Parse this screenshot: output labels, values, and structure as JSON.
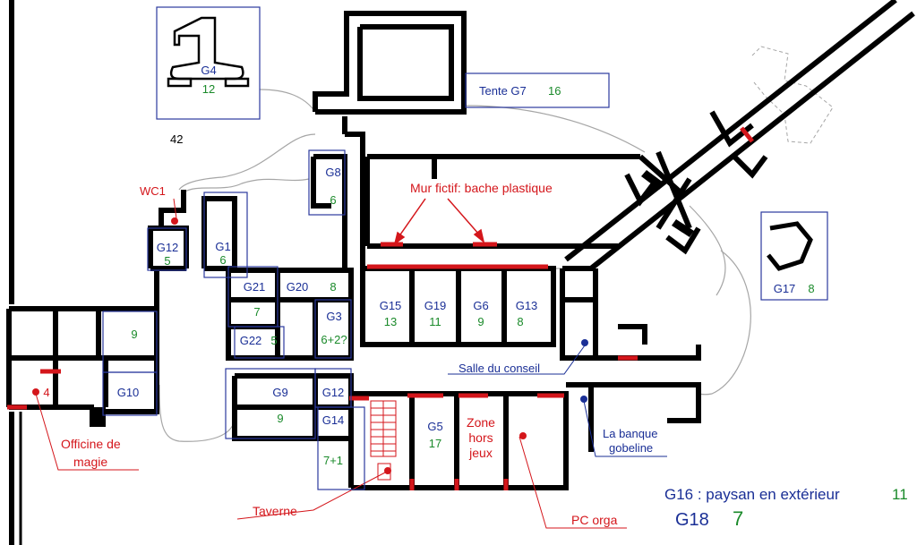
{
  "colors": {
    "wall": "#000000",
    "blue": "#1a2f96",
    "green": "#1a8a2a",
    "red": "#d4161b",
    "box": "#2b3a9e",
    "path": "#a6a6a6"
  },
  "labels": {
    "g4": "G4",
    "g4_n": "12",
    "g7": "Tente G7",
    "g7_n": "16",
    "n42": "42",
    "wc1": "WC1",
    "g8": "G8",
    "g8_n": "6",
    "mur": "Mur fictif: bache plastique",
    "g12a": "G12",
    "g12a_n": "5",
    "g1": "G1",
    "g1_n": "6",
    "g21": "G21",
    "g21_n": "7",
    "g20": "G20",
    "g20_n": "8",
    "g3": "G3",
    "g3_n": "6+2?",
    "g22": "G22",
    "g22_n": "5",
    "g15": "G15",
    "g15_n": "13",
    "g19": "G19",
    "g19_n": "11",
    "g6": "G6",
    "g6_n": "9",
    "g13": "G13",
    "g13_n": "8",
    "g17": "G17",
    "g17_n": "8",
    "n9": "9",
    "g10": "G10",
    "n4": "4",
    "salle": "Salle du conseil",
    "g9": "G9",
    "g9_n": "9",
    "g12b": "G12",
    "g14": "G14",
    "g14_n": "7+1",
    "g5": "G5",
    "g5_n": "17",
    "zone1": "Zone",
    "zone2": "hors",
    "zone3": "jeux",
    "banque1": "La banque",
    "banque2": "gobeline",
    "officine1": "Officine de",
    "officine2": "magie",
    "taverne": "Taverne",
    "pc": "PC orga",
    "g16": "G16 : paysan en extérieur",
    "g16_n": "11",
    "g18": "G18",
    "g18_n": "7"
  }
}
